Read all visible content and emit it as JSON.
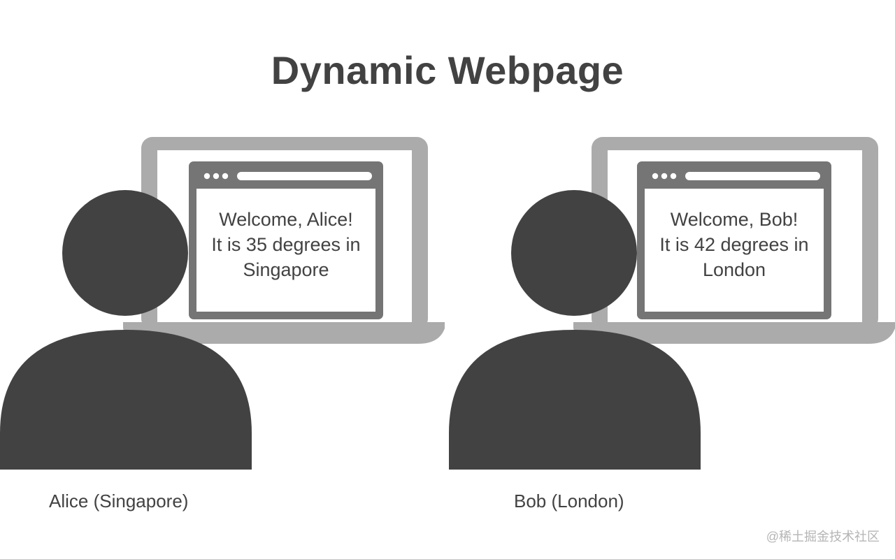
{
  "title": "Dynamic Webpage",
  "users": [
    {
      "caption": "Alice (Singapore)",
      "screen_lines": [
        "Welcome, Alice!",
        "It is 35 degrees in",
        "Singapore"
      ]
    },
    {
      "caption": "Bob (London)",
      "screen_lines": [
        "Welcome, Bob!",
        "It is 42 degrees in",
        "London"
      ]
    }
  ],
  "watermark": "@稀土掘金技术社区",
  "colors": {
    "person": "#424242",
    "laptop": "#ababab",
    "browser_frame": "#757575",
    "text": "#424242"
  }
}
